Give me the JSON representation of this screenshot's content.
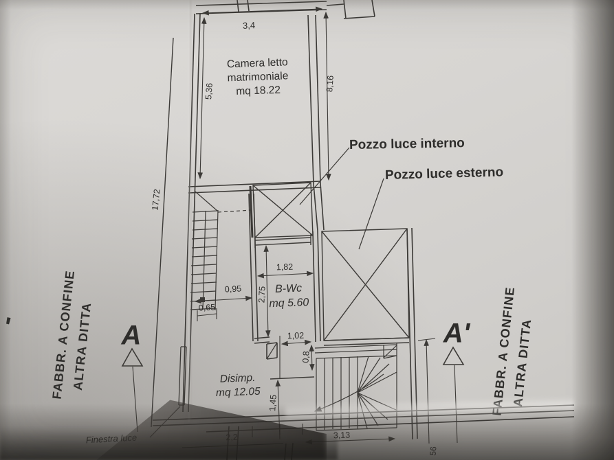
{
  "drawing": {
    "rooms": {
      "camera_letto": {
        "name_line1": "Camera letto",
        "name_line2": "matrimoniale",
        "area": "mq 18.22"
      },
      "bwc": {
        "name": "B-Wc",
        "area": "mq 5.60"
      },
      "disimpegno": {
        "name": "Disimp.",
        "area": "mq 12.05"
      }
    },
    "annotations": {
      "pozzo_luce_interno": "Pozzo luce interno",
      "pozzo_luce_esterno": "Pozzo luce esterno",
      "finestra_luce": "Finestra luce",
      "boundary_left_line1": "FABBR. A CONFINE",
      "boundary_left_line2": "ALTRA DITTA",
      "boundary_right_line1": "FABBR. A CONFINE",
      "boundary_right_line2": "ALTRA DITTA",
      "section_marker_left": "A",
      "section_marker_right": "A'",
      "edge_mark": "'"
    },
    "dimensions": {
      "top_width": "3,4",
      "bedroom_left_height": "5,36",
      "bedroom_right_height": "8,16",
      "boundary_length": "17,72",
      "stair_width": "0,95",
      "stair_offset": "0,65",
      "bwc_width": "1,82",
      "bwc_depth": "2,75",
      "opening_width": "1,02",
      "wall_segment": "0,8",
      "corridor_width": "1,45",
      "bottom_left_width": "2,2",
      "bottom_right_width": "3,13",
      "bottom_edge_partial": "56"
    },
    "colors": {
      "paper": "#d6d4d1",
      "ink": "#33312e"
    }
  }
}
